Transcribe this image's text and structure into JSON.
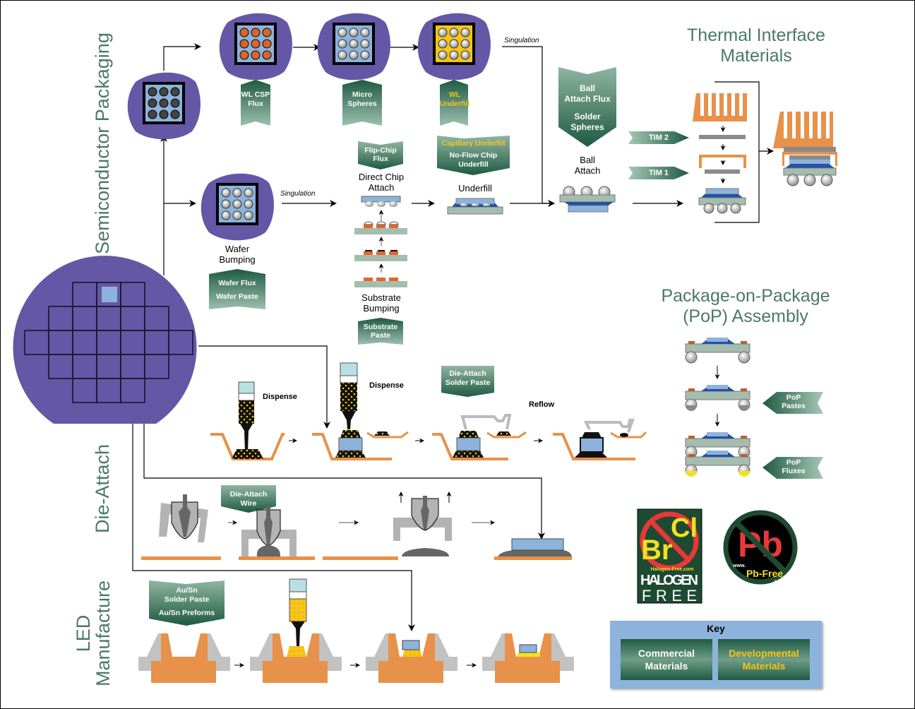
{
  "colors": {
    "section_title": "#4a7a64",
    "banner_dark": "#1f5a42",
    "banner_light": "#8fb5a2",
    "developmental": "#f5c518",
    "wafer_purple": "#6457a6",
    "die_blue": "#8db3dc",
    "substrate_green": "#a5bdae",
    "copper_orange": "#e8914a",
    "solder_grey": "#c8c8c8",
    "key_bg": "#8db3dc"
  },
  "sections": {
    "semiconductor": "Semiconductor Packaging",
    "die_attach": "Die-Attach",
    "led": "LED Manufacture",
    "led_line1": "LED",
    "led_line2": "Manufacture",
    "tim_title_1": "Thermal Interface",
    "tim_title_2": "Materials",
    "pop_title_1": "Package-on-Package",
    "pop_title_2": "(PoP) Assembly"
  },
  "semiconductor": {
    "wlcsp_flux": [
      "WL CSP",
      "Flux"
    ],
    "micro_spheres": [
      "Micro",
      "Spheres"
    ],
    "wl_underfill": [
      "WL",
      "Underfill"
    ],
    "singulation_top": "Singulation",
    "singulation_mid": "Singulation",
    "wafer_bumping": [
      "Wafer",
      "Bumping"
    ],
    "wafer_materials": [
      "Wafer Flux",
      "Wafer Paste"
    ],
    "flipchip_flux": [
      "Flip-Chip",
      "Flux"
    ],
    "direct_chip_attach": [
      "Direct Chip",
      "Attach"
    ],
    "substrate_bumping": [
      "Substrate",
      "Bumping"
    ],
    "substrate_paste": [
      "Substrate",
      "Paste"
    ],
    "underfill_banner": {
      "developmental": "Capillary Underfill",
      "commercial": [
        "No-Flow Chip",
        "Underfill"
      ]
    },
    "underfill_label": "Underfill",
    "ball_attach_banner": [
      "Ball",
      "Attach Flux",
      "Solder",
      "Spheres"
    ],
    "ball_attach_label": [
      "Ball",
      "Attach"
    ]
  },
  "tim": {
    "tim2": "TIM 2",
    "tim1": "TIM 1"
  },
  "die_attach": {
    "dispense_1": "Dispense",
    "dispense_2": "Dispense",
    "solder_paste": [
      "Die-Attach",
      "Solder Paste"
    ],
    "reflow": "Reflow",
    "wire": [
      "Die-Attach",
      "Wire"
    ]
  },
  "pop": {
    "pastes": [
      "PoP",
      "Pastes"
    ],
    "fluxes": [
      "PoP",
      "Fluxes"
    ]
  },
  "led": {
    "banner": [
      "Au/Sn",
      "Solder Paste",
      "Au/Sn Preforms"
    ]
  },
  "logos": {
    "halogen": {
      "top": "Cl",
      "mid": "Br",
      "url": "Halogen-Free.com",
      "line1": "HALOGEN",
      "line2": "FREE"
    },
    "pbfree": {
      "symbol": "Pb",
      "www": "www.",
      "name": "Pb-Free",
      "com": ".com"
    }
  },
  "key": {
    "title": "Key",
    "commercial": [
      "Commercial",
      "Materials"
    ],
    "developmental": [
      "Developmental",
      "Materials"
    ]
  }
}
